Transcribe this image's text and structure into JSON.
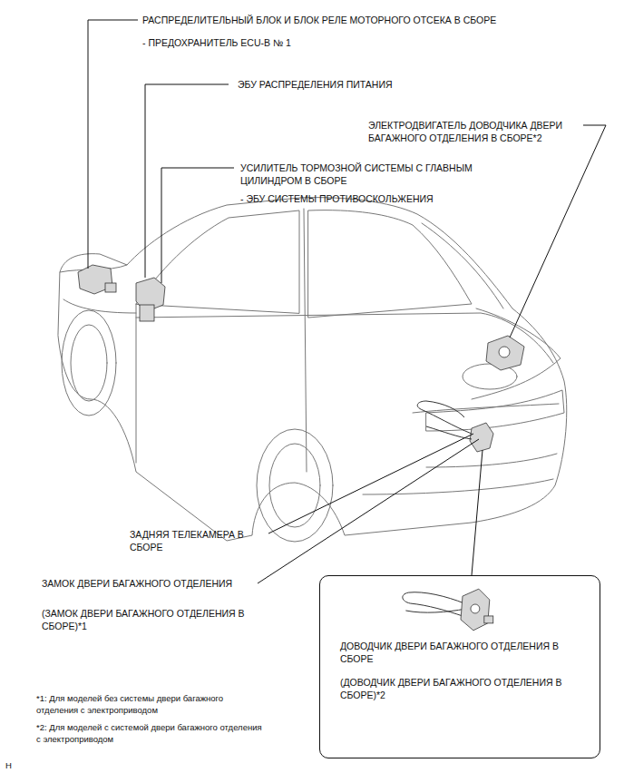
{
  "diagram": {
    "nodes": [
      {
        "text": [
          "ДОВОДЧИК ДВЕРИ БАГАЖНОГО ОТДЕЛЕНИЯ В СБОРЕ",
          "(ДОВОДЧИК ДВЕРИ БАГАЖНОГО ОТДЕЛЕНИЯ В СБОРЕ)*2"
        ]
      }
    ],
    "labels": [
      "РАСПРЕДЕЛИТЕЛЬНЫЙ БЛОК И БЛОК РЕЛЕ МОТОРНОГО ОТСЕКА В СБОРЕ",
      "- ПРЕДОХРАНИТЕЛЬ ECU-B № 1",
      "ЭБУ РАСПРЕДЕЛЕНИЯ ПИТАНИЯ",
      "ЭЛЕКТРОДВИГАТЕЛЬ ДОВОДЧИКА ДВЕРИ БАГАЖНОГО ОТДЕЛЕНИЯ В СБОРЕ*2",
      "УСИЛИТЕЛЬ ТОРМОЗНОЙ СИСТЕМЫ С ГЛАВНЫМ ЦИЛИНДРОМ В СБОРЕ",
      "- ЭБУ СИСТЕМЫ ПРОТИВОСКОЛЬЖЕНИЯ",
      "ЗАДНЯЯ ТЕЛЕКАМЕРА В СБОРЕ",
      "ЗАМОК ДВЕРИ БАГАЖНОГО ОТДЕЛЕНИЯ",
      "(ЗАМОК ДВЕРИ БАГАЖНОГО ОТДЕЛЕНИЯ В СБОРЕ)*1",
      "*1: Для моделей без системы двери багажного отделения с электроприводом",
      "*2: Для моделей с системой двери багажного отделения с электроприводом",
      "H"
    ]
  }
}
